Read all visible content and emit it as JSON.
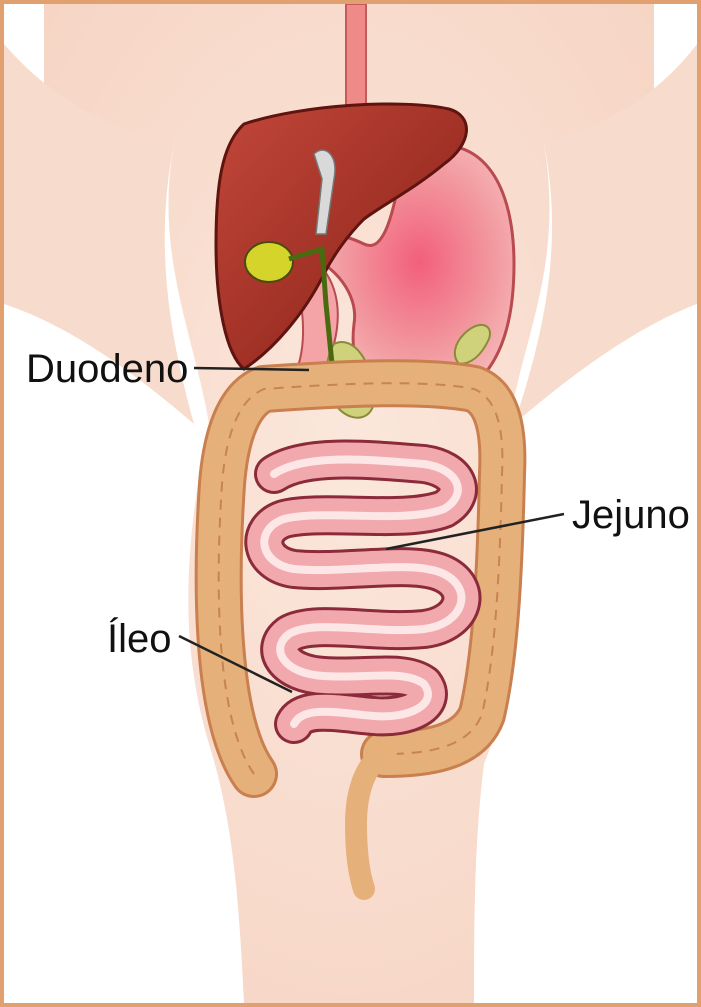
{
  "labels": {
    "duodeno": "Duodeno",
    "jejuno": "Jejuno",
    "ileo": "Íleo"
  },
  "colors": {
    "frame": "#e0a070",
    "skin": "#fbe4d8",
    "liver": "#9e2f24",
    "stomach": "#f4a0a0",
    "colon": "#e6b07a",
    "small_intestine": "#f1a9ae",
    "gallbladder": "#d4d42a",
    "esophagus": "#ee8a88"
  },
  "icons": [
    "body-silhouette-icon",
    "liver-icon",
    "gallbladder-icon",
    "stomach-icon",
    "pancreas-icon",
    "large-intestine-icon",
    "small-intestine-icon",
    "rectum-icon"
  ]
}
